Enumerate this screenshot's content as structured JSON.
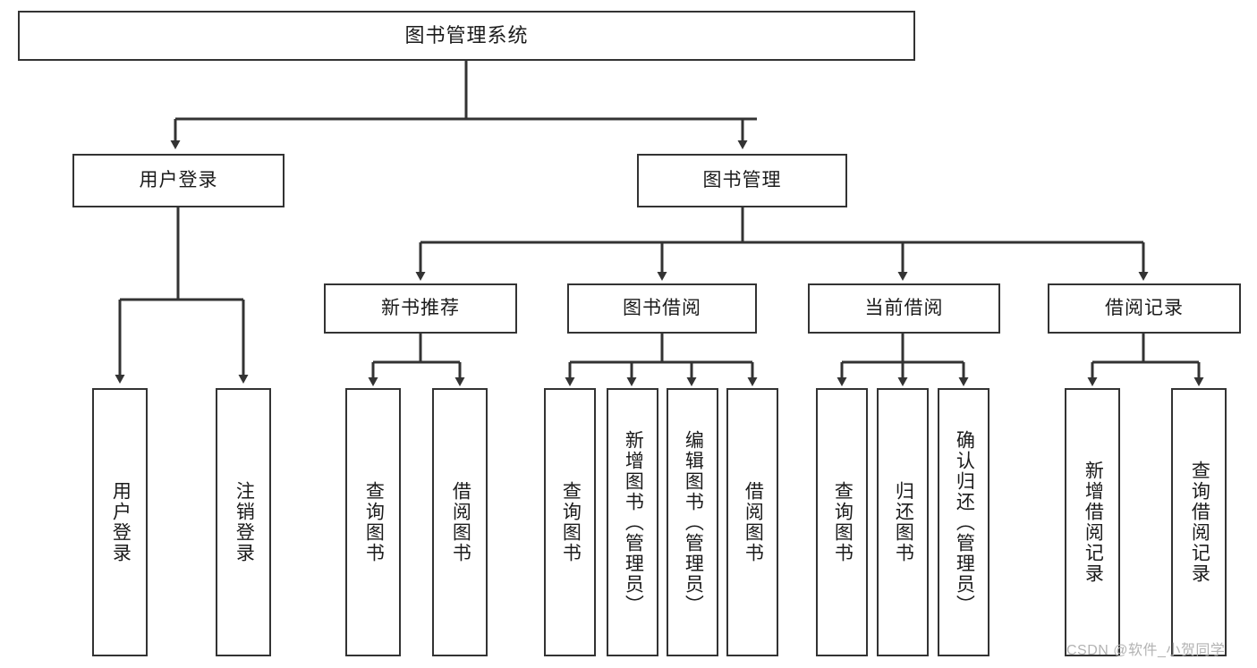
{
  "diagram": {
    "title": "图书管理系统",
    "type": "hierarchy-tree",
    "root": {
      "id": "root",
      "label": "图书管理系统"
    },
    "level1": [
      {
        "id": "user-login",
        "label": "用户登录"
      },
      {
        "id": "book-manage",
        "label": "图书管理"
      }
    ],
    "level2": [
      {
        "id": "new-book-rec",
        "label": "新书推荐",
        "parent": "book-manage"
      },
      {
        "id": "book-borrow",
        "label": "图书借阅",
        "parent": "book-manage"
      },
      {
        "id": "current-borrow",
        "label": "当前借阅",
        "parent": "book-manage"
      },
      {
        "id": "borrow-record",
        "label": "借阅记录",
        "parent": "book-manage"
      }
    ],
    "leaves": [
      {
        "id": "leaf-user-login",
        "label": "用户登录",
        "parent": "user-login"
      },
      {
        "id": "leaf-logout",
        "label": "注销登录",
        "parent": "user-login"
      },
      {
        "id": "leaf-query-book-1",
        "label": "查询图书",
        "parent": "new-book-rec"
      },
      {
        "id": "leaf-borrow-book-1",
        "label": "借阅图书",
        "parent": "new-book-rec"
      },
      {
        "id": "leaf-query-book-2",
        "label": "查询图书",
        "parent": "book-borrow"
      },
      {
        "id": "leaf-add-book",
        "label": "新增图书（管理员）",
        "parent": "book-borrow"
      },
      {
        "id": "leaf-edit-book",
        "label": "编辑图书（管理员）",
        "parent": "book-borrow"
      },
      {
        "id": "leaf-borrow-book-2",
        "label": "借阅图书",
        "parent": "book-borrow"
      },
      {
        "id": "leaf-query-book-3",
        "label": "查询图书",
        "parent": "current-borrow"
      },
      {
        "id": "leaf-return-book",
        "label": "归还图书",
        "parent": "current-borrow"
      },
      {
        "id": "leaf-confirm-return",
        "label": "确认归还（管理员）",
        "parent": "current-borrow"
      },
      {
        "id": "leaf-add-record",
        "label": "新增借阅记录",
        "parent": "borrow-record"
      },
      {
        "id": "leaf-query-record",
        "label": "查询借阅记录",
        "parent": "borrow-record"
      }
    ]
  },
  "watermark": {
    "text": "CSDN @软件_小贺同学"
  },
  "colors": {
    "stroke": "#333333",
    "background": "#ffffff",
    "text": "#1b1b1b",
    "watermark": "#b3b3b3"
  }
}
